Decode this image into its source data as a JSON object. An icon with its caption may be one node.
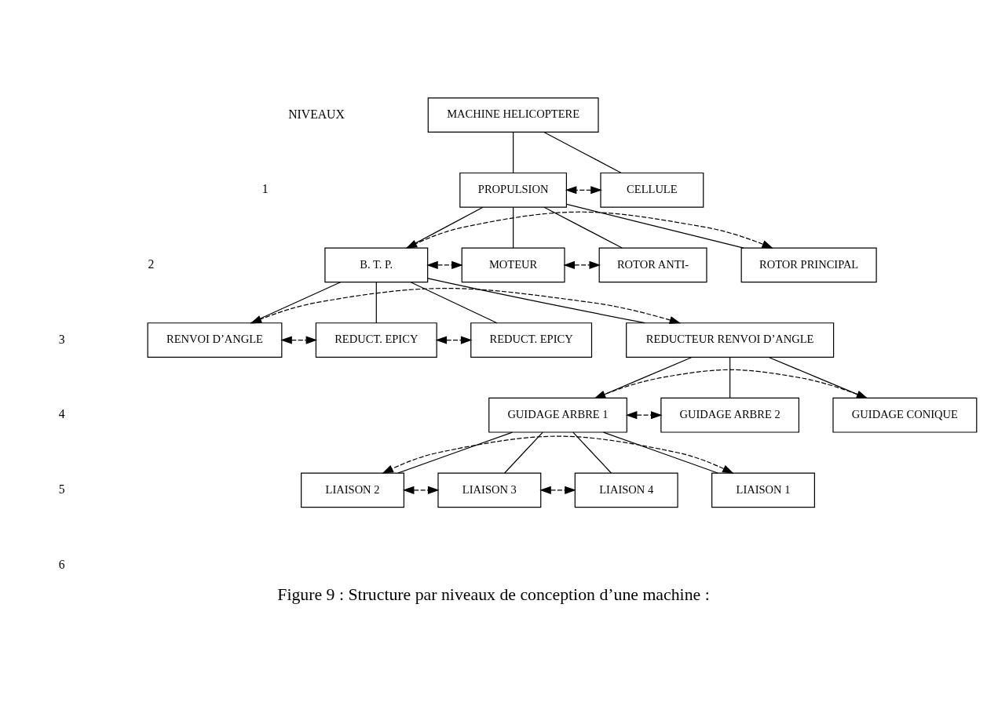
{
  "diagram": {
    "caption": "Figure 9 : Structure par niveaux de conception d’une machine :",
    "nodes": [
      {
        "text": [
          "MACHINE HELICOPTERE"
        ]
      },
      {
        "text": [
          "CELLULE"
        ]
      },
      {
        "text": [
          "PROPULSION"
        ]
      },
      {
        "text": [
          "ROTOR PRINCIPAL"
        ]
      },
      {
        "text": [
          "B. T. P."
        ]
      },
      {
        "text": [
          "MOTEUR"
        ]
      },
      {
        "text": [
          "ROTOR ANTI-"
        ]
      },
      {
        "text": [
          "REDUCTEUR RENVOI D’ANGLE"
        ]
      },
      {
        "text": [
          "RENVOI D’ANGLE"
        ]
      },
      {
        "text": [
          "REDUCT. EPICY"
        ]
      },
      {
        "text": [
          "REDUCT. EPICY"
        ]
      },
      {
        "text": [
          "GUIDAGE CONIQUE"
        ]
      },
      {
        "text": [
          "GUIDAGE ARBRE 1"
        ]
      },
      {
        "text": [
          "GUIDAGE ARBRE 2"
        ]
      },
      {
        "text": [
          "LIAISON 1"
        ]
      },
      {
        "text": [
          "LIAISON 2"
        ]
      },
      {
        "text": [
          "LIAISON 3"
        ]
      },
      {
        "text": [
          "LIAISON 4"
        ]
      }
    ],
    "edges": [
      {
        "from": 0,
        "to": 1,
        "arrow": "none"
      },
      {
        "from": 0,
        "to": 2,
        "arrow": "none"
      },
      {
        "from": 1,
        "to": 2,
        "arrow": "both",
        "style": "dashed"
      },
      {
        "from": 2,
        "to": 3,
        "arrow": "none"
      },
      {
        "from": 2,
        "to": 4,
        "arrow": "none"
      },
      {
        "from": 2,
        "to": 5,
        "arrow": "none"
      },
      {
        "from": 2,
        "to": 6,
        "arrow": "none"
      },
      {
        "from": 3,
        "to": 4,
        "arrow": "both",
        "style": "dashed"
      },
      {
        "from": 4,
        "to": 5,
        "arrow": "both",
        "style": "dashed"
      },
      {
        "from": 5,
        "to": 6,
        "arrow": "both",
        "style": "dashed"
      },
      {
        "from": 4,
        "to": 7,
        "arrow": "none"
      },
      {
        "from": 4,
        "to": 8,
        "arrow": "none"
      },
      {
        "from": 4,
        "to": 9,
        "arrow": "none"
      },
      {
        "from": 4,
        "to": 10,
        "arrow": "none"
      },
      {
        "from": 7,
        "to": 8,
        "arrow": "both",
        "style": "dashed"
      },
      {
        "from": 8,
        "to": 9,
        "arrow": "both",
        "style": "dashed"
      },
      {
        "from": 9,
        "to": 10,
        "arrow": "both",
        "style": "dashed"
      },
      {
        "from": 7,
        "to": 11,
        "arrow": "none"
      },
      {
        "from": 7,
        "to": 12,
        "arrow": "none"
      },
      {
        "from": 7,
        "to": 13,
        "arrow": "none"
      },
      {
        "from": 11,
        "to": 12,
        "arrow": "both",
        "style": "dashed"
      },
      {
        "from": 12,
        "to": 13,
        "arrow": "both",
        "style": "dashed"
      },
      {
        "from": 12,
        "to": 14,
        "arrow": "none"
      },
      {
        "from": 12,
        "to": 15,
        "arrow": "none"
      },
      {
        "from": 12,
        "to": 16,
        "arrow": "none"
      },
      {
        "from": 12,
        "to": 17,
        "arrow": "none"
      },
      {
        "from": 14,
        "to": 15,
        "arrow": "both",
        "style": "dashed"
      },
      {
        "from": 15,
        "to": 16,
        "arrow": "both",
        "style": "dashed"
      },
      {
        "from": 16,
        "to": 17,
        "arrow": "both",
        "style": "dashed"
      }
    ],
    "labels": [
      "NIVEAUX",
      "1",
      "2",
      "3",
      "4",
      "5",
      "6"
    ]
  }
}
